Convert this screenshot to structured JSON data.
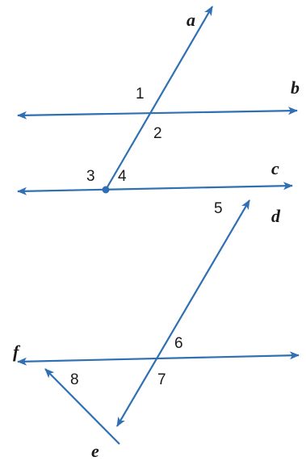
{
  "colors": {
    "line": "#2f6fb3",
    "text": "#1a1a1a",
    "background": "#ffffff"
  },
  "lines": {
    "a": "a",
    "b": "b",
    "c": "c",
    "d": "d",
    "e": "e",
    "f": "f"
  },
  "angles": {
    "a1": "1",
    "a2": "2",
    "a3": "3",
    "a4": "4",
    "a5": "5",
    "a6": "6",
    "a7": "7",
    "a8": "8"
  }
}
